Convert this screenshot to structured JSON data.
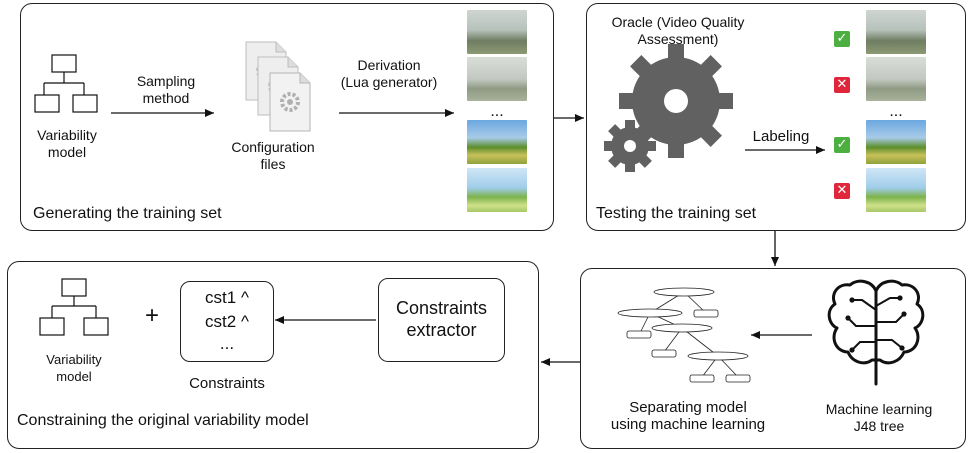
{
  "panels": {
    "generating": {
      "title": "Generating the training set"
    },
    "testing": {
      "title": "Testing the training set"
    },
    "separating": {},
    "constraining": {
      "title": "Constraining the original variability model"
    }
  },
  "labels": {
    "variability_model_1": [
      "Variability",
      "model"
    ],
    "sampling_method": [
      "Sampling",
      "method"
    ],
    "configuration_files": [
      "Configuration",
      "files"
    ],
    "derivation": [
      "Derivation",
      "(Lua generator)"
    ],
    "ellipsis_videos": "...",
    "oracle": [
      "Oracle (Video Quality",
      "Assessment)"
    ],
    "labeling": "Labeling",
    "ellipsis_labels": "...",
    "ml": [
      "Machine learning",
      "J48 tree"
    ],
    "separating_model": [
      "Separating model",
      "using machine learning"
    ],
    "extractor": [
      "Constraints",
      "extractor"
    ],
    "constraints_lines": [
      "cst1 ^",
      "cst2 ^",
      "..."
    ],
    "constraints": "Constraints",
    "plus": "+",
    "variability_model_2": [
      "Variability",
      "model"
    ]
  },
  "verdicts": [
    "pass",
    "fail",
    "pass",
    "fail"
  ],
  "icons": {
    "variability": "hierarchy-tree-icon",
    "config": "config-files-icon",
    "gears": "gears-icon",
    "brain": "brain-circuit-icon",
    "tree": "decision-tree-icon",
    "check": "check-icon",
    "cross": "cross-icon"
  },
  "colors": {
    "pass": "#4caf3f",
    "fail": "#e0263a",
    "gear": "#616161",
    "stroke": "#222222"
  }
}
